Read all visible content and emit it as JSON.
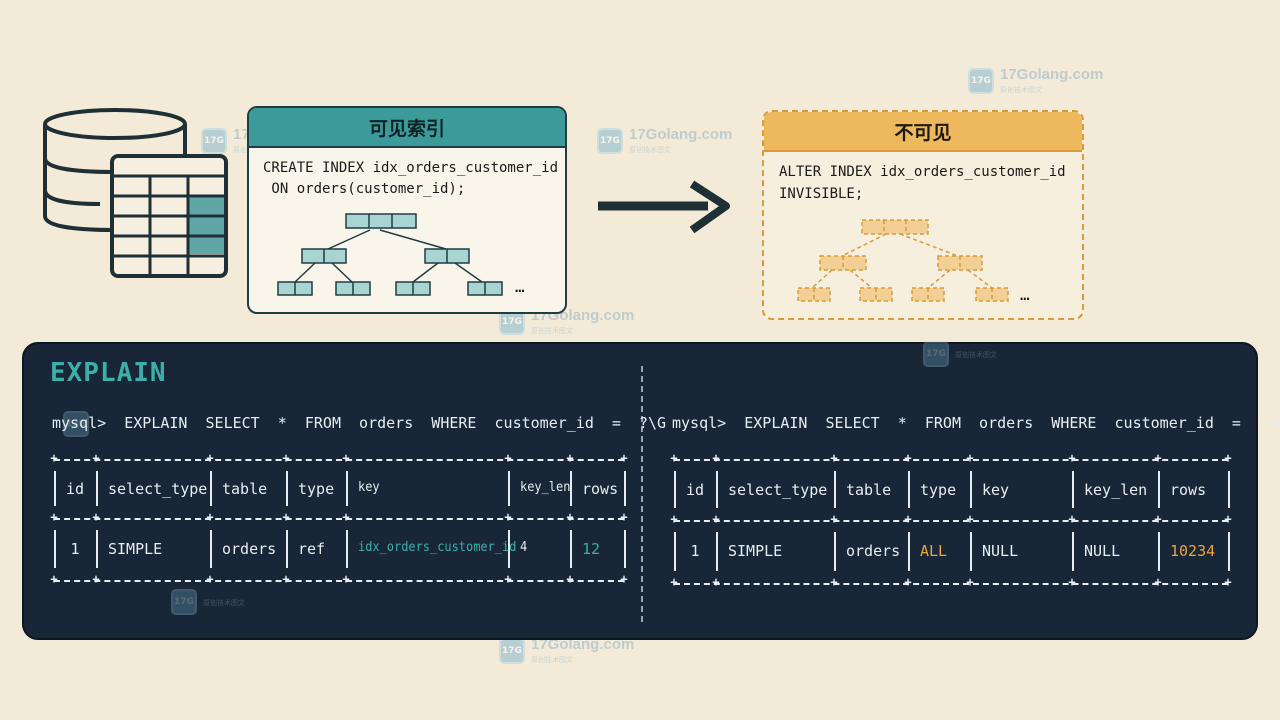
{
  "visible_card": {
    "title": "可见索引",
    "code_line1": "CREATE INDEX idx_orders_customer_id",
    "code_line2": " ON orders(customer_id);",
    "ellipsis": "…"
  },
  "invisible_card": {
    "title": "不可见",
    "code_line1": "ALTER INDEX idx_orders_customer_id",
    "code_line2": "INVISIBLE;",
    "ellipsis": "…"
  },
  "explain": {
    "title": "EXPLAIN",
    "left": {
      "query": "mysql>  EXPLAIN  SELECT  *  FROM  orders  WHERE  customer_id  =  ?\\G",
      "headers": [
        "id",
        "select_type",
        "table",
        "type",
        "key",
        "key_len",
        "rows"
      ],
      "row": [
        "1",
        "SIMPLE",
        "orders",
        "ref",
        "idx_orders_customer_id",
        "4",
        "12"
      ]
    },
    "right": {
      "query": "mysql>  EXPLAIN  SELECT  *  FROM  orders  WHERE  customer_id  =  ?\\G",
      "headers": [
        "id",
        "select_type",
        "table",
        "type",
        "key",
        "key_len",
        "rows"
      ],
      "row": [
        "1",
        "SIMPLE",
        "orders",
        "ALL",
        "NULL",
        "NULL",
        "10234"
      ]
    }
  },
  "watermark": {
    "brand": "17Golang.com",
    "tagline": "原创技术图文",
    "logo_text": "17G"
  },
  "colors": {
    "teal": "#3ab0a9",
    "orange": "#eba63a",
    "panel": "#182637",
    "background": "#f3ead8"
  }
}
